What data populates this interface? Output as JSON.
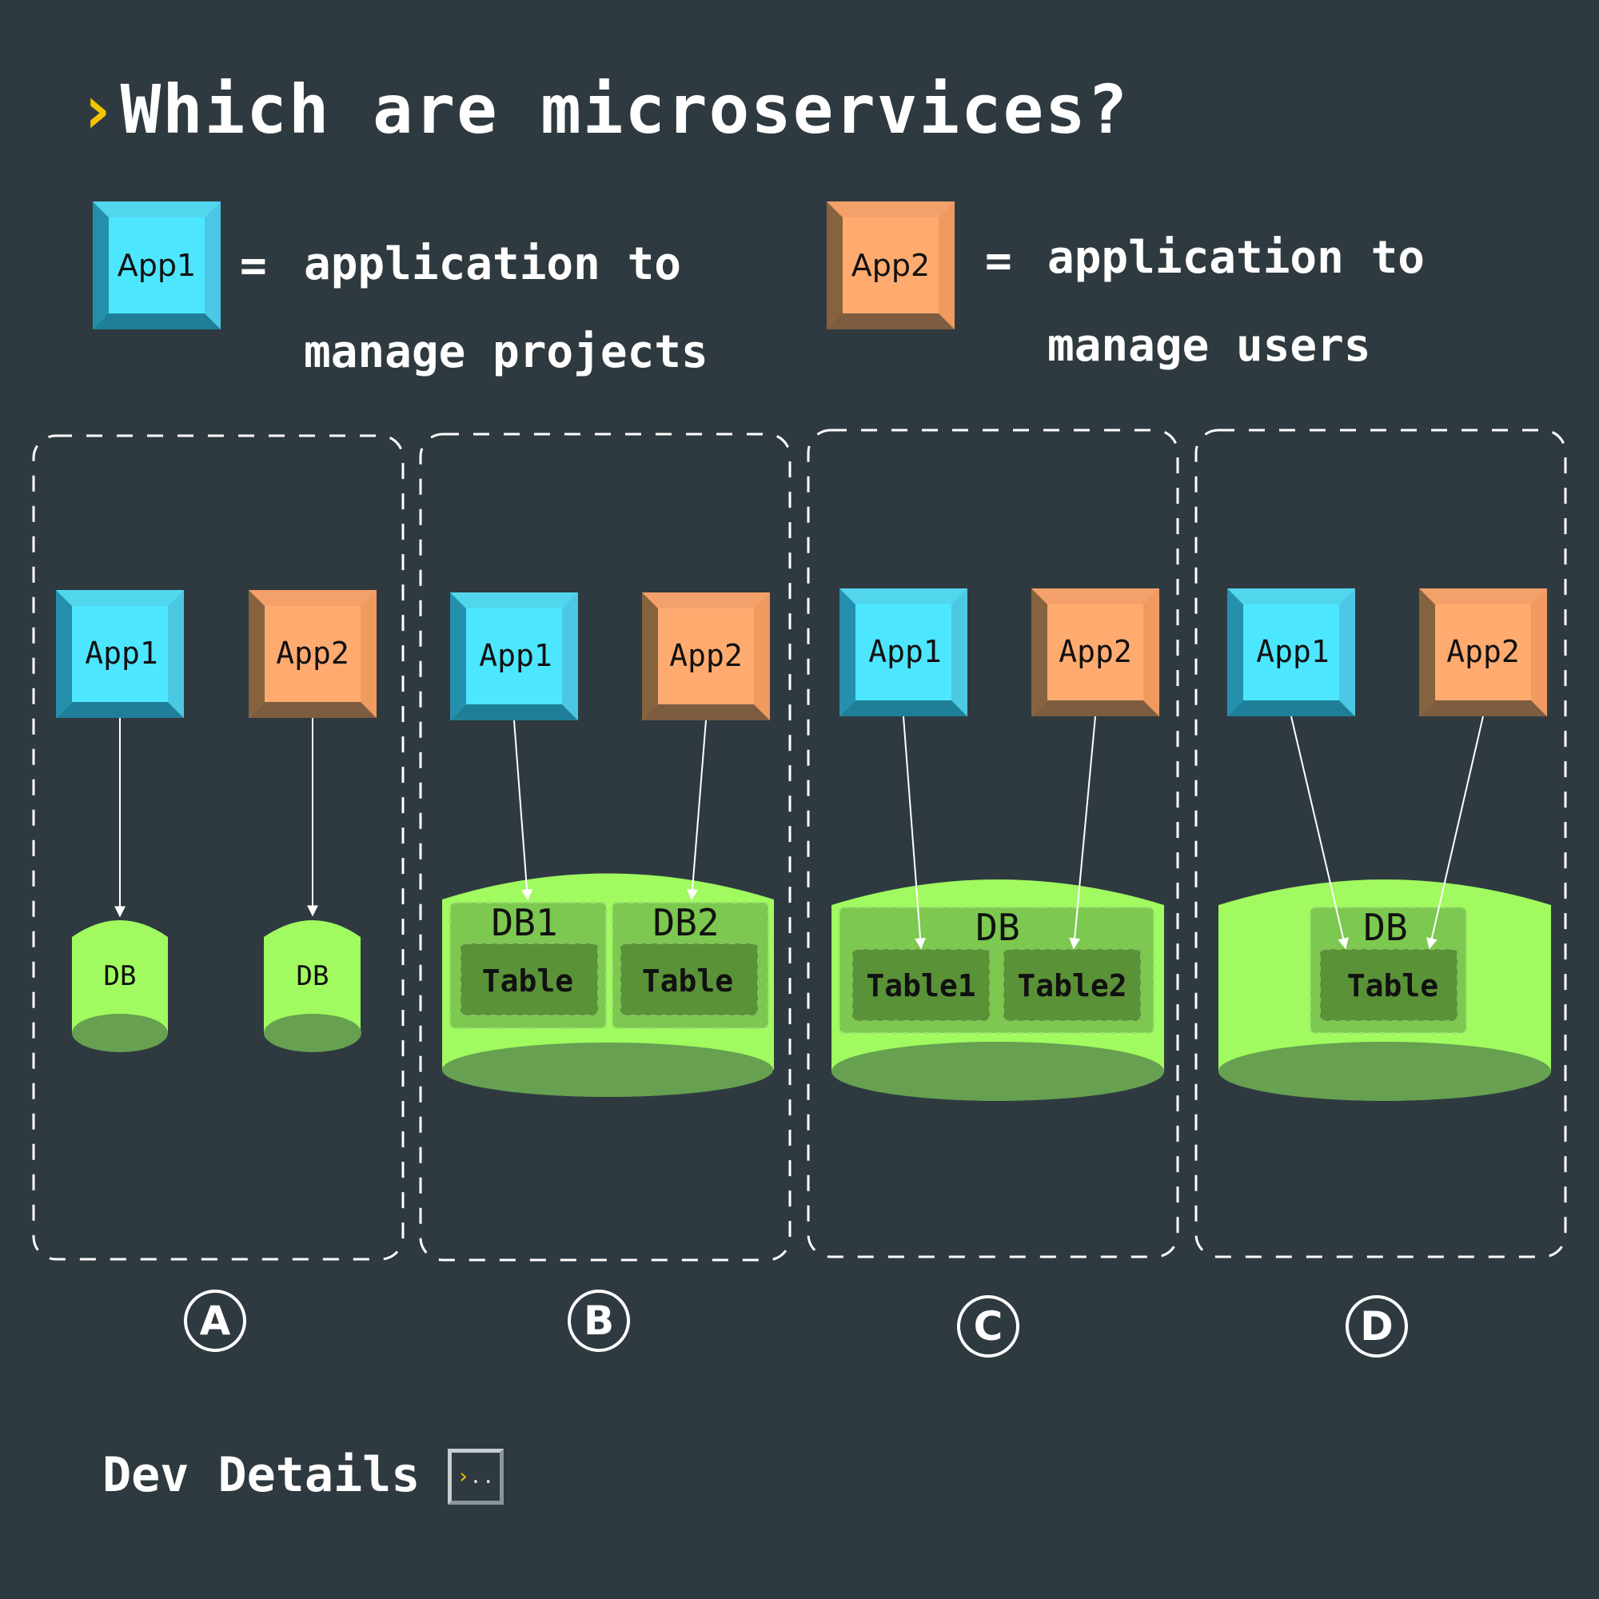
{
  "title": {
    "prompt_icon": "›",
    "text": "Which are microservices?"
  },
  "legend": [
    {
      "app": "App1",
      "equals": "=",
      "line1": "application to",
      "line2": "manage projects",
      "color": "#4de6ff"
    },
    {
      "app": "App2",
      "equals": "=",
      "line1": "application to",
      "line2": "manage users",
      "color": "#ffab70"
    }
  ],
  "colors": {
    "background": "#2f3a40",
    "app1": "#4de6ff",
    "app2": "#ffab70",
    "db": "#a0fa60",
    "db_bottom": "#66a050",
    "accent": "#f5c400"
  },
  "options": [
    {
      "label": "A",
      "app1": "App1",
      "app2": "App2",
      "databases": [
        {
          "name": "DB"
        },
        {
          "name": "DB"
        }
      ]
    },
    {
      "label": "B",
      "app1": "App1",
      "app2": "App2",
      "db_groups": [
        {
          "name": "DB1",
          "tables": [
            "Table"
          ]
        },
        {
          "name": "DB2",
          "tables": [
            "Table"
          ]
        }
      ]
    },
    {
      "label": "C",
      "app1": "App1",
      "app2": "App2",
      "db_groups": [
        {
          "name": "DB",
          "tables": [
            "Table1",
            "Table2"
          ]
        }
      ]
    },
    {
      "label": "D",
      "app1": "App1",
      "app2": "App2",
      "db_groups": [
        {
          "name": "DB",
          "tables": [
            "Table"
          ]
        }
      ]
    }
  ],
  "footer": {
    "label": "Dev Details",
    "terminal_icon_prompt": "›",
    "terminal_icon_dots": ".."
  }
}
